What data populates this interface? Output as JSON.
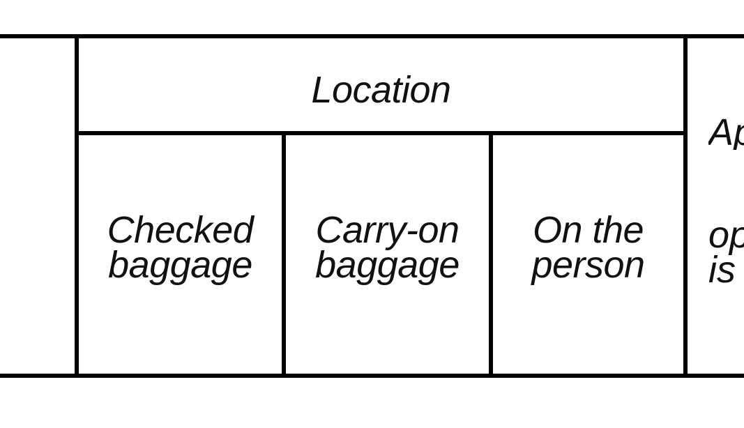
{
  "header": {
    "location": "Location"
  },
  "columns": [
    {
      "label": "Checked\nbaggage"
    },
    {
      "label": "Carry-on\nbaggage"
    },
    {
      "label": "On the\nperson"
    }
  ],
  "truncated_right_column": {
    "line1": "Ap",
    "line2": "op\nis"
  },
  "colors": {
    "rule": "#000000",
    "text": "#111111",
    "background": "#ffffff"
  }
}
